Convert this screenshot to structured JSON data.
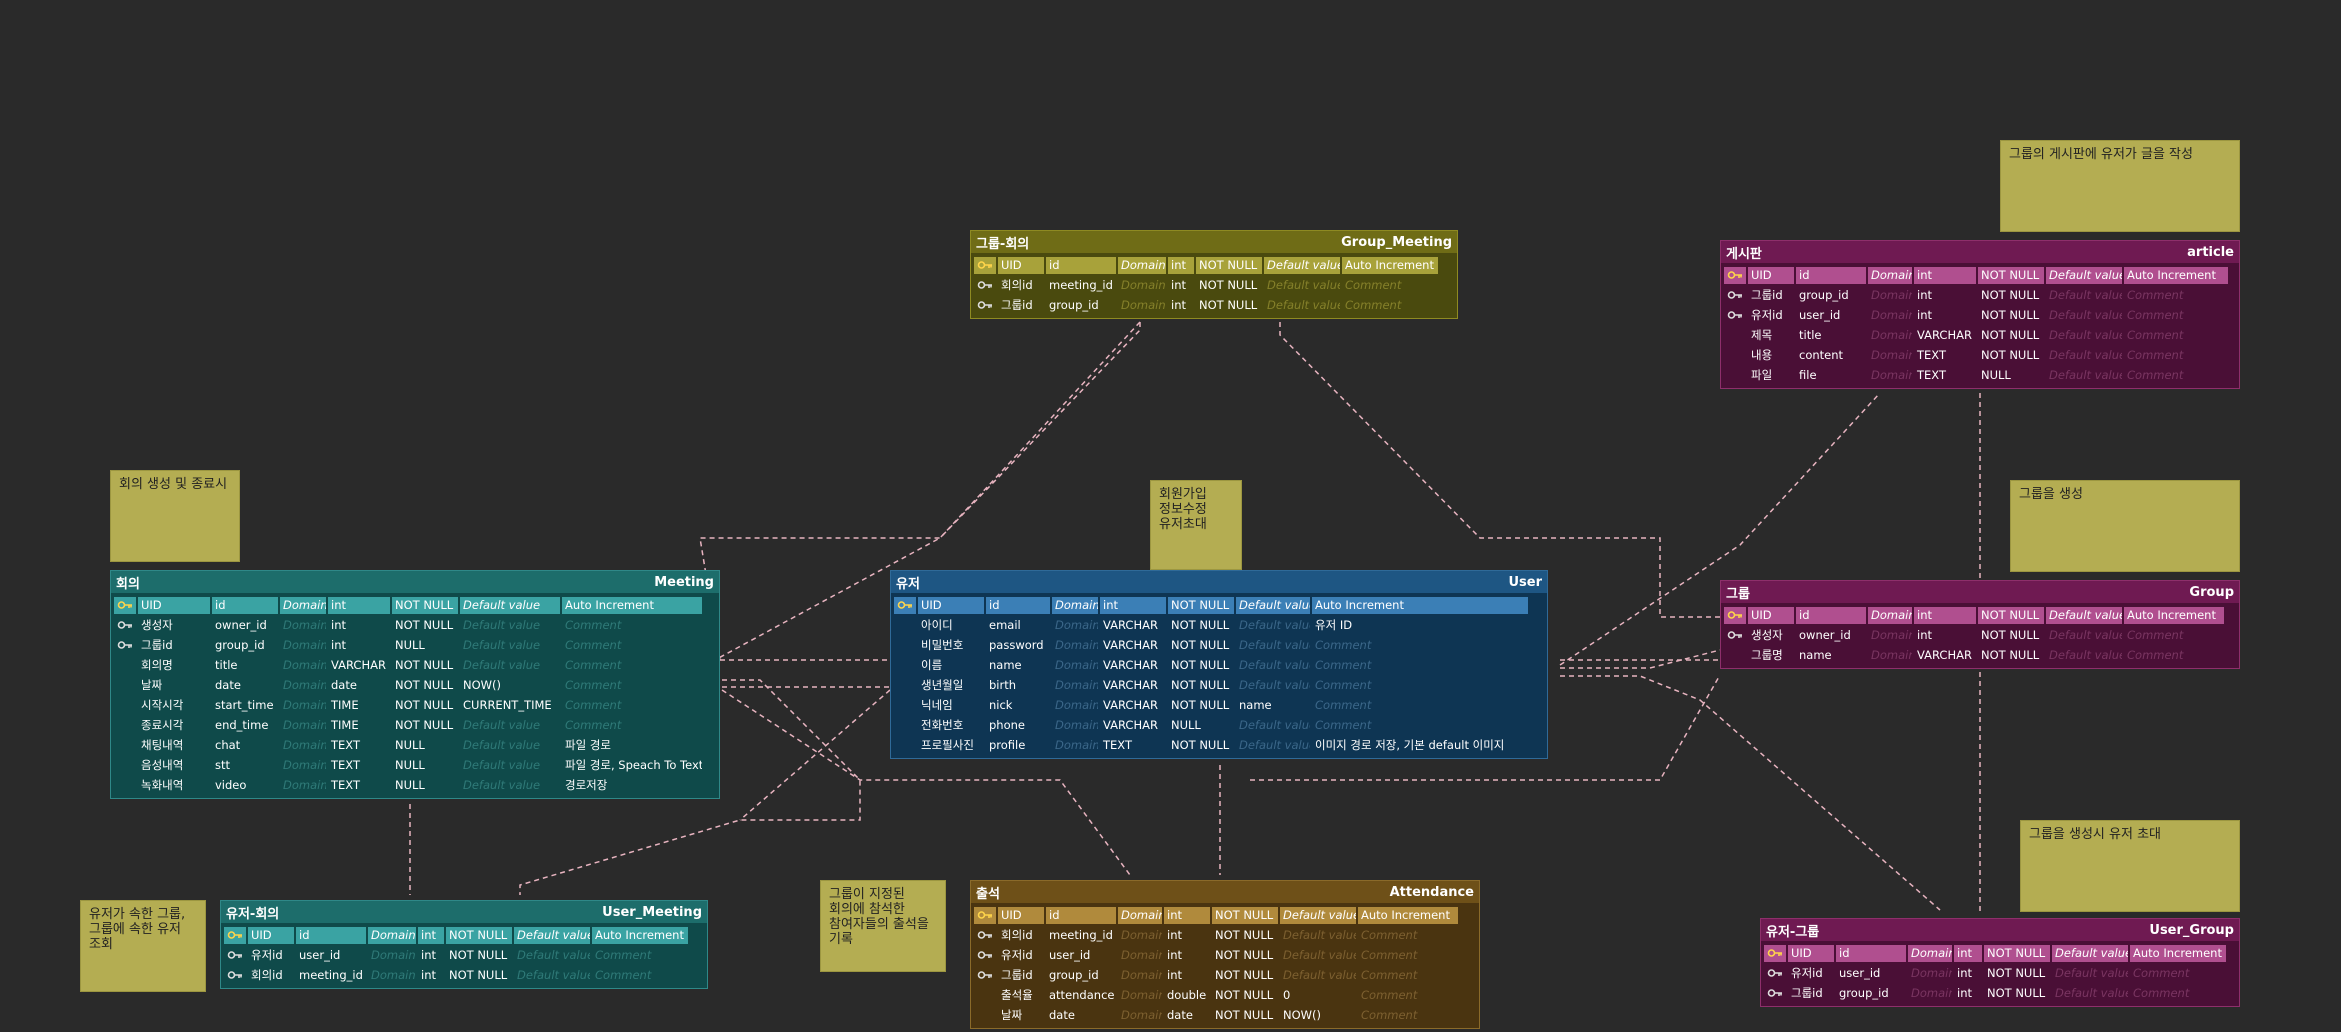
{
  "colors": {
    "background": "#2a2a2a",
    "note": "#b4ad52",
    "relation": "#e8b4c0"
  },
  "notes": {
    "meeting_note": "회의 생성 및 종료시",
    "user_note": "회원가입\n정보수정\n유저초대",
    "article_note": "그룹의 게시판에 유저가 글을 작성",
    "group_note": "그룹을 생성",
    "user_group_note": "그룹을 생성시 유저 초대",
    "user_meeting_note": "유저가 속한 그룹,\n그룹에 속한 유저\n조회",
    "attendance_note": "그룹이 지정된\n회의에 참석한\n참여자들의 출석을\n기록"
  },
  "header_row": {
    "logical": "UID",
    "physical": "id",
    "domain": "Domain",
    "type": "int",
    "null": "NOT NULL",
    "default": "Default value",
    "comment": "Auto Increment"
  },
  "placeholders": {
    "domain": "Domain",
    "default": "Default value",
    "comment": "Comment"
  },
  "tables": {
    "meeting": {
      "name": "회의",
      "physical_name": "Meeting",
      "rows": [
        {
          "icon": "foreign-key-icon",
          "logical": "생성자",
          "physical": "owner_id",
          "type": "int",
          "null": "NOT NULL",
          "default": "",
          "comment": ""
        },
        {
          "icon": "foreign-key-icon",
          "logical": "그룹id",
          "physical": "group_id",
          "type": "int",
          "null": "NULL",
          "default": "",
          "comment": ""
        },
        {
          "icon": "",
          "logical": "회의명",
          "physical": "title",
          "type": "VARCHAR",
          "null": "NOT NULL",
          "default": "",
          "comment": ""
        },
        {
          "icon": "",
          "logical": "날짜",
          "physical": "date",
          "type": "date",
          "null": "NOT NULL",
          "default": "NOW()",
          "comment": ""
        },
        {
          "icon": "",
          "logical": "시작시각",
          "physical": "start_time",
          "type": "TIME",
          "null": "NOT NULL",
          "default": "CURRENT_TIME",
          "comment": ""
        },
        {
          "icon": "",
          "logical": "종료시각",
          "physical": "end_time",
          "type": "TIME",
          "null": "NOT NULL",
          "default": "",
          "comment": ""
        },
        {
          "icon": "",
          "logical": "채팅내역",
          "physical": "chat",
          "type": "TEXT",
          "null": "NULL",
          "default": "",
          "comment": "파일 경로"
        },
        {
          "icon": "",
          "logical": "음성내역",
          "physical": "stt",
          "type": "TEXT",
          "null": "NULL",
          "default": "",
          "comment": "파일 경로, Speach To Text"
        },
        {
          "icon": "",
          "logical": "녹화내역",
          "physical": "video",
          "type": "TEXT",
          "null": "NULL",
          "default": "",
          "comment": "경로저장"
        }
      ]
    },
    "user": {
      "name": "유저",
      "physical_name": "User",
      "rows": [
        {
          "icon": "",
          "logical": "아이디",
          "physical": "email",
          "type": "VARCHAR",
          "null": "NOT NULL",
          "default": "",
          "comment": "유저 ID"
        },
        {
          "icon": "",
          "logical": "비밀번호",
          "physical": "password",
          "type": "VARCHAR",
          "null": "NOT NULL",
          "default": "",
          "comment": ""
        },
        {
          "icon": "",
          "logical": "이름",
          "physical": "name",
          "type": "VARCHAR",
          "null": "NOT NULL",
          "default": "",
          "comment": ""
        },
        {
          "icon": "",
          "logical": "생년월일",
          "physical": "birth",
          "type": "VARCHAR",
          "null": "NOT NULL",
          "default": "",
          "comment": ""
        },
        {
          "icon": "",
          "logical": "닉네임",
          "physical": "nick",
          "type": "VARCHAR",
          "null": "NOT NULL",
          "default": "name",
          "comment": ""
        },
        {
          "icon": "",
          "logical": "전화번호",
          "physical": "phone",
          "type": "VARCHAR",
          "null": "NULL",
          "default": "",
          "comment": ""
        },
        {
          "icon": "",
          "logical": "프로필사진",
          "physical": "profile",
          "type": "TEXT",
          "null": "NOT NULL",
          "default": "",
          "comment": "이미지 경로 저장, 기본 default 이미지"
        }
      ]
    },
    "group_meeting": {
      "name": "그룹-회의",
      "physical_name": "Group_Meeting",
      "rows": [
        {
          "icon": "foreign-key-icon",
          "logical": "회의id",
          "physical": "meeting_id",
          "type": "int",
          "null": "NOT NULL",
          "default": "",
          "comment": ""
        },
        {
          "icon": "foreign-key-icon",
          "logical": "그룹id",
          "physical": "group_id",
          "type": "int",
          "null": "NOT NULL",
          "default": "",
          "comment": ""
        }
      ]
    },
    "article": {
      "name": "게시판",
      "physical_name": "article",
      "rows": [
        {
          "icon": "foreign-key-icon",
          "logical": "그룹id",
          "physical": "group_id",
          "type": "int",
          "null": "NOT NULL",
          "default": "",
          "comment": ""
        },
        {
          "icon": "foreign-key-icon",
          "logical": "유저id",
          "physical": "user_id",
          "type": "int",
          "null": "NOT NULL",
          "default": "",
          "comment": ""
        },
        {
          "icon": "",
          "logical": "제목",
          "physical": "title",
          "type": "VARCHAR",
          "null": "NOT NULL",
          "default": "",
          "comment": ""
        },
        {
          "icon": "",
          "logical": "내용",
          "physical": "content",
          "type": "TEXT",
          "null": "NOT NULL",
          "default": "",
          "comment": ""
        },
        {
          "icon": "",
          "logical": "파일",
          "physical": "file",
          "type": "TEXT",
          "null": "NULL",
          "default": "",
          "comment": ""
        }
      ]
    },
    "group": {
      "name": "그룹",
      "physical_name": "Group",
      "rows": [
        {
          "icon": "foreign-key-icon",
          "logical": "생성자",
          "physical": "owner_id",
          "type": "int",
          "null": "NOT NULL",
          "default": "",
          "comment": ""
        },
        {
          "icon": "",
          "logical": "그룹명",
          "physical": "name",
          "type": "VARCHAR",
          "null": "NOT NULL",
          "default": "",
          "comment": ""
        }
      ]
    },
    "user_group": {
      "name": "유저-그룹",
      "physical_name": "User_Group",
      "rows": [
        {
          "icon": "foreign-key-icon",
          "logical": "유저id",
          "physical": "user_id",
          "type": "int",
          "null": "NOT NULL",
          "default": "",
          "comment": ""
        },
        {
          "icon": "foreign-key-icon",
          "logical": "그룹id",
          "physical": "group_id",
          "type": "int",
          "null": "NOT NULL",
          "default": "",
          "comment": ""
        }
      ]
    },
    "user_meeting": {
      "name": "유저-회의",
      "physical_name": "User_Meeting",
      "rows": [
        {
          "icon": "foreign-key-icon",
          "logical": "유저id",
          "physical": "user_id",
          "type": "int",
          "null": "NOT NULL",
          "default": "",
          "comment": ""
        },
        {
          "icon": "foreign-key-icon",
          "logical": "회의id",
          "physical": "meeting_id",
          "type": "int",
          "null": "NOT NULL",
          "default": "",
          "comment": ""
        }
      ]
    },
    "attendance": {
      "name": "출석",
      "physical_name": "Attendance",
      "rows": [
        {
          "icon": "foreign-key-icon",
          "logical": "회의id",
          "physical": "meeting_id",
          "type": "int",
          "null": "NOT NULL",
          "default": "",
          "comment": ""
        },
        {
          "icon": "foreign-key-icon",
          "logical": "유저id",
          "physical": "user_id",
          "type": "int",
          "null": "NOT NULL",
          "default": "",
          "comment": ""
        },
        {
          "icon": "foreign-key-icon",
          "logical": "그룹id",
          "physical": "group_id",
          "type": "int",
          "null": "NOT NULL",
          "default": "",
          "comment": ""
        },
        {
          "icon": "",
          "logical": "출석율",
          "physical": "attendance",
          "type": "double",
          "null": "NOT NULL",
          "default": "0",
          "comment": ""
        },
        {
          "icon": "",
          "logical": "날짜",
          "physical": "date",
          "type": "date",
          "null": "NOT NULL",
          "default": "NOW()",
          "comment": ""
        }
      ]
    }
  }
}
